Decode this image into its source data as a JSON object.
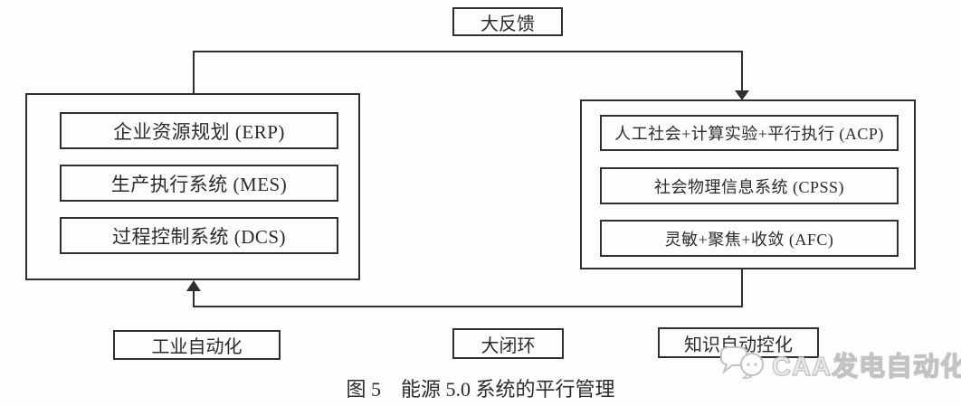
{
  "diagram": {
    "caption": "图 5　能源 5.0 系统的平行管理",
    "feedback_label": "大反馈",
    "left_system": {
      "items": [
        "企业资源规划 (ERP)",
        "生产执行系统 (MES)",
        "过程控制系统 (DCS)"
      ]
    },
    "right_system": {
      "items": [
        "人工社会+计算实验+平行执行 (ACP)",
        "社会物理信息系统 (CPSS)",
        "灵敏+聚焦+收敛 (AFC)"
      ]
    },
    "bottom_labels": {
      "left": "工业自动化",
      "center": "大闭环",
      "right": "知识自动控化"
    },
    "watermark": {
      "text": "CAA发电自动化",
      "icon": "chat-bubbles-icon",
      "color": "#c2c2c2"
    },
    "colors": {
      "line": "#2f2f2f",
      "text": "#2b2b2b",
      "background": "#fdfdfd"
    }
  }
}
